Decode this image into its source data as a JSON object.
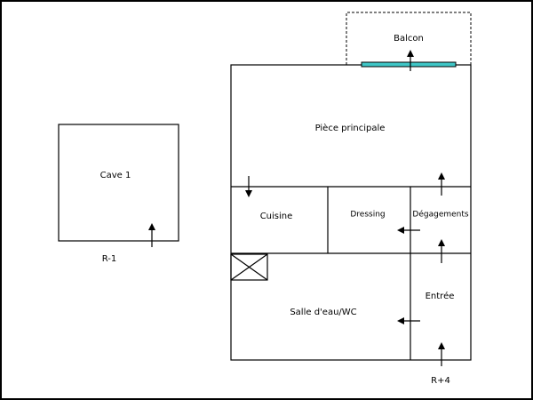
{
  "rooms": {
    "balcon": "Balcon",
    "piece_principale": "Pièce principale",
    "cuisine": "Cuisine",
    "dressing": "Dressing",
    "degagements": "Dégagements",
    "salle_eau": "Salle d'eau/WC",
    "entree": "Entrée",
    "cave": "Cave 1"
  },
  "levels": {
    "cave_level": "R-1",
    "apartment_level": "R+4"
  },
  "colors": {
    "window": "#3fc6c6",
    "background": "#ffffff",
    "frame": "#000000"
  },
  "icons": {
    "arrows": "up-arrow, down-arrow, left-arrow",
    "duct": "crossed-box-icon"
  }
}
